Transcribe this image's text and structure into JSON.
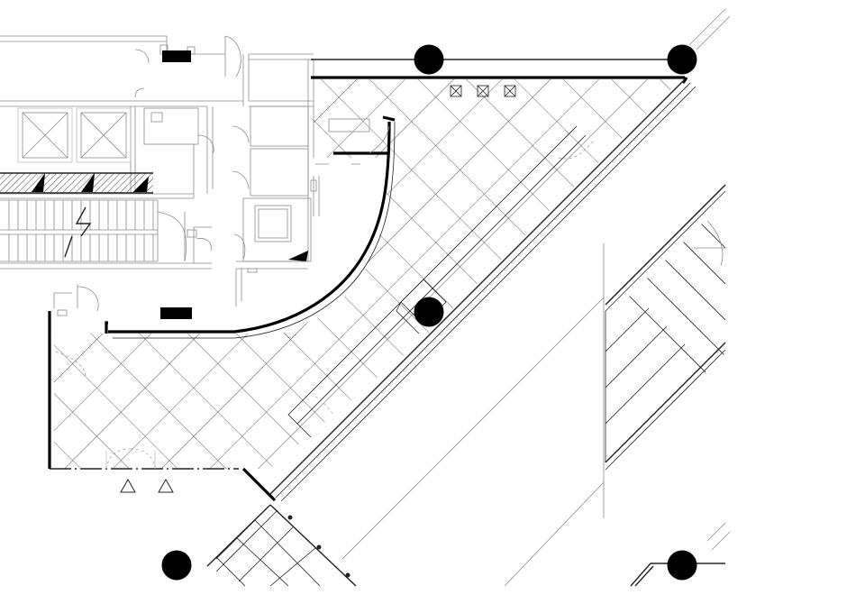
{
  "drawing": {
    "colors": {
      "line": "#222222",
      "heavy": "#000000",
      "grey": "#8c8c8c",
      "background": "#ffffff"
    },
    "symbols": {
      "column": "filled-circle",
      "entry_marker": "triangle-outline",
      "extinguisher_cabinet": "filled-rectangle",
      "elevator": "box-with-cross"
    }
  }
}
